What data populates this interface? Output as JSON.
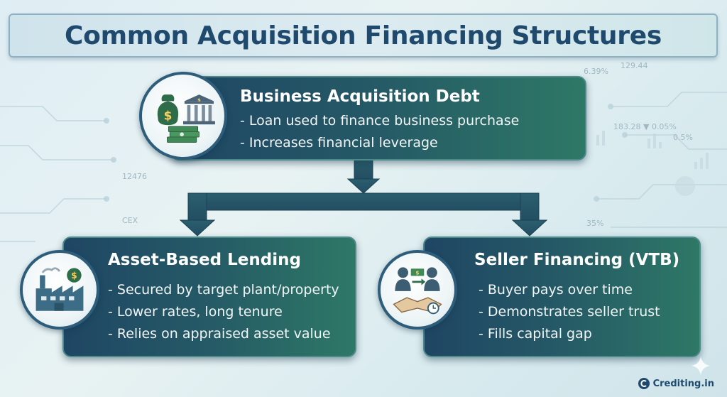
{
  "title": "Common Acquisition Financing Structures",
  "nodes": {
    "top": {
      "title": "Business Acquisition Debt",
      "bullets": [
        "- Loan used to finance business purchase",
        "- Increases financial leverage"
      ],
      "icon": "money-bag-bank-icon"
    },
    "left": {
      "title": "Asset-Based Lending",
      "bullets": [
        "- Secured by target plant/property",
        "- Lower rates, long tenure",
        "- Relies on appraised asset value"
      ],
      "icon": "factory-icon"
    },
    "right": {
      "title": "Seller Financing (VTB)",
      "bullets": [
        "- Buyer pays over time",
        "- Demonstrates seller trust",
        "- Fills capital gap"
      ],
      "icon": "handshake-icon"
    }
  },
  "background_text": [
    "6.39%",
    "129.44",
    "183.28 ▼ 0.05%",
    "0.5%",
    "12476",
    "CEX",
    "35%"
  ],
  "brand": "Crediting.in",
  "colors": {
    "card_start": "#1f4664",
    "card_end": "#2e7866",
    "arrow": "#255566",
    "title_text": "#1f4a6e"
  }
}
